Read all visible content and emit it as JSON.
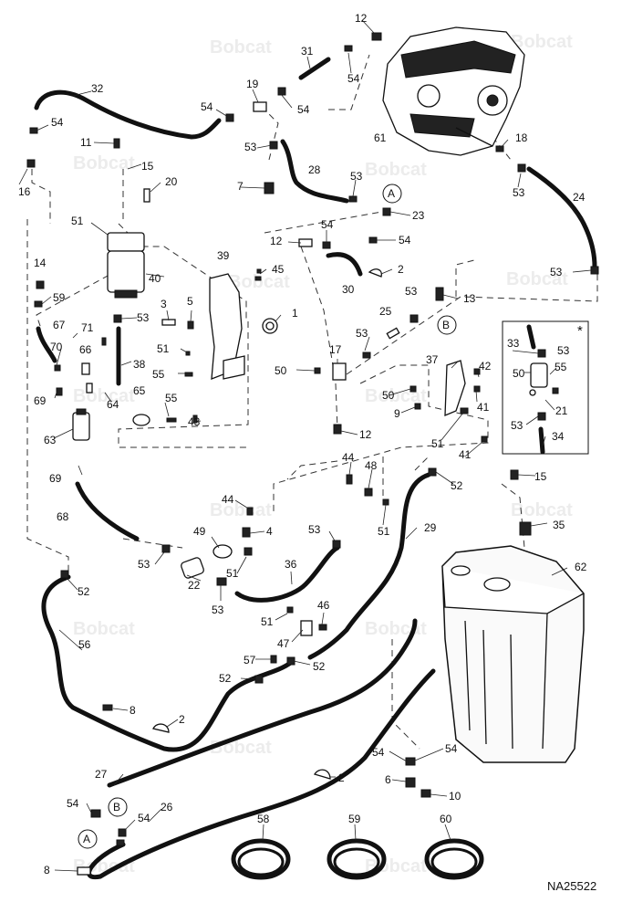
{
  "brand_watermark": "Bobcat",
  "diagram_code": "NA25522",
  "inset_marker": "*",
  "section_markers": [
    "A",
    "B"
  ],
  "labels": [
    "1",
    "2",
    "3",
    "4",
    "5",
    "6",
    "7",
    "8",
    "9",
    "10",
    "11",
    "12",
    "13",
    "14",
    "15",
    "16",
    "17",
    "18",
    "19",
    "20",
    "21",
    "22",
    "23",
    "24",
    "25",
    "26",
    "27",
    "28",
    "29",
    "30",
    "31",
    "32",
    "33",
    "34",
    "35",
    "36",
    "37",
    "38",
    "39",
    "40",
    "41",
    "42",
    "43",
    "44",
    "45",
    "46",
    "47",
    "48",
    "49",
    "50",
    "51",
    "52",
    "53",
    "54",
    "55",
    "56",
    "57",
    "58",
    "59",
    "60",
    "61",
    "62",
    "63",
    "64",
    "65",
    "66",
    "67",
    "68",
    "69",
    "70",
    "71"
  ]
}
